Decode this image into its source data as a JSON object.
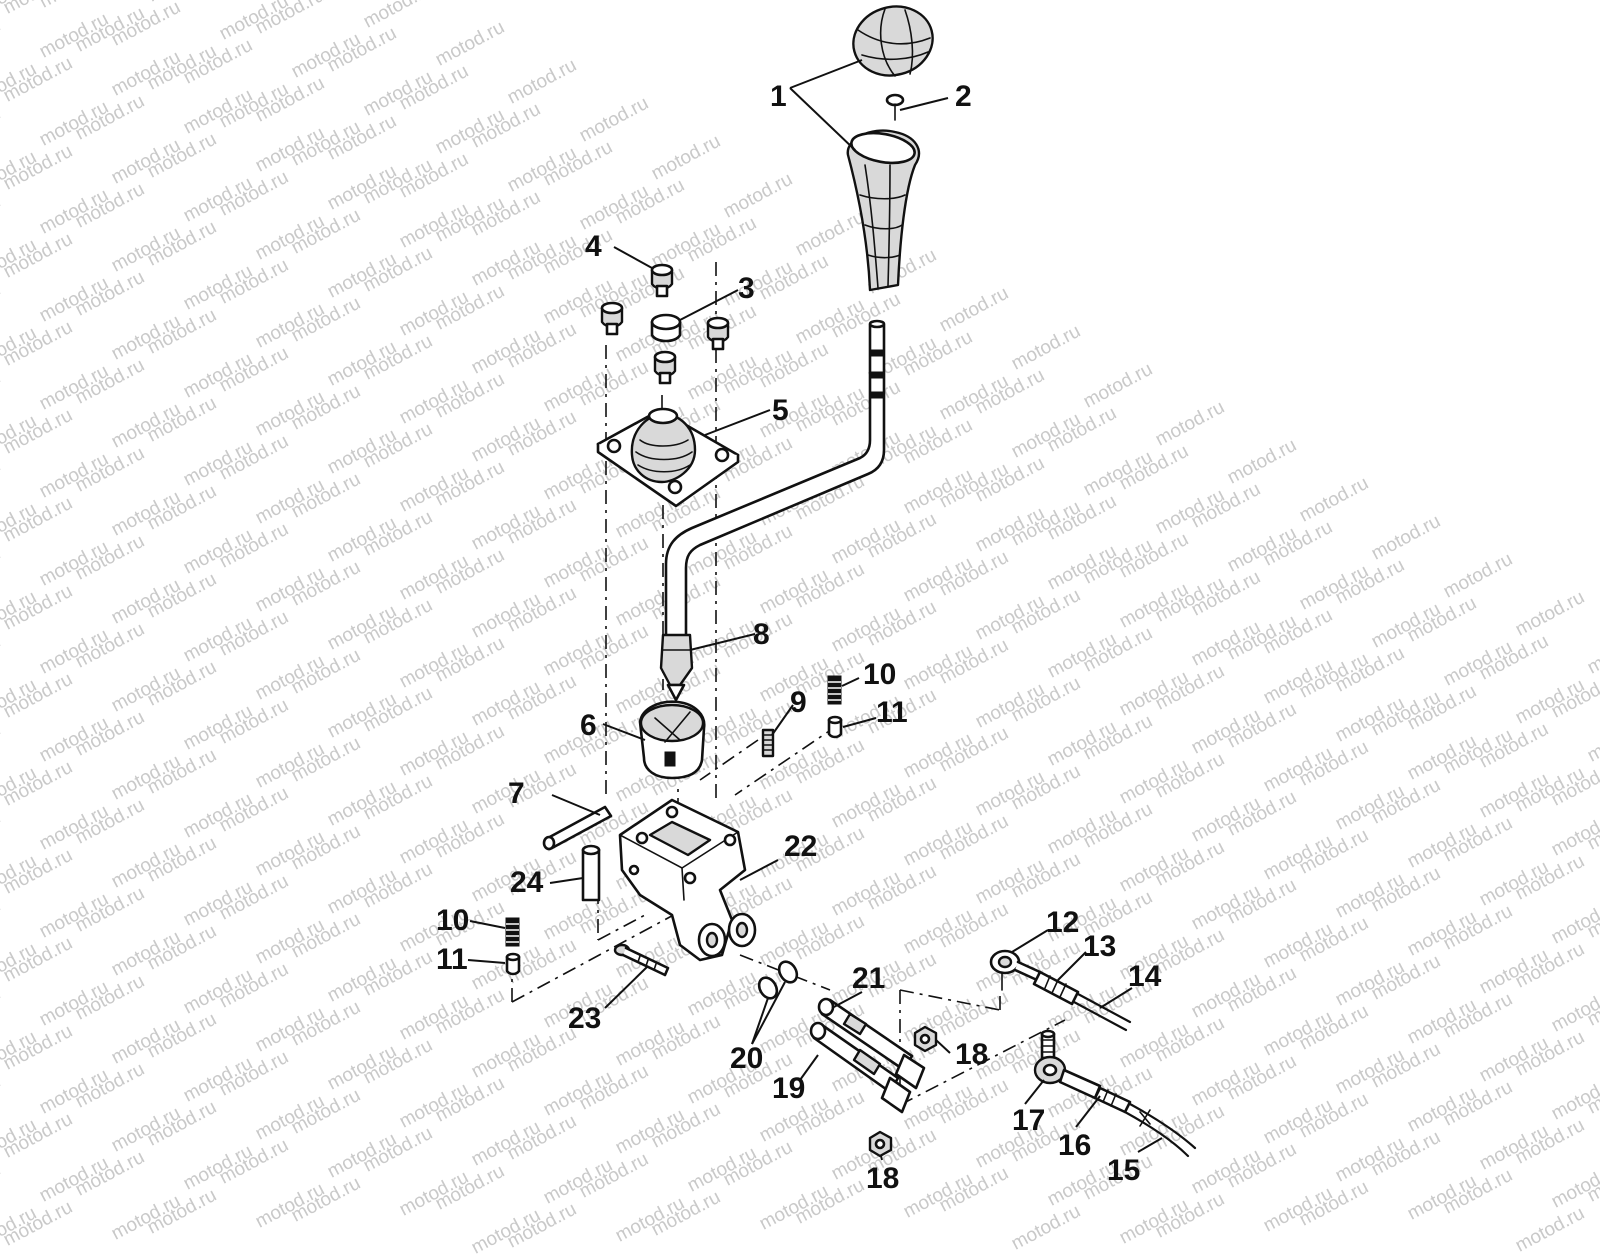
{
  "watermark": {
    "text": "motod.ru",
    "color": "#c9c9c9"
  },
  "callouts": [
    {
      "id": "c1",
      "text": "1"
    },
    {
      "id": "c2",
      "text": "2"
    },
    {
      "id": "c3",
      "text": "3"
    },
    {
      "id": "c4",
      "text": "4"
    },
    {
      "id": "c5",
      "text": "5"
    },
    {
      "id": "c6",
      "text": "6"
    },
    {
      "id": "c7",
      "text": "7"
    },
    {
      "id": "c8",
      "text": "8"
    },
    {
      "id": "c9",
      "text": "9"
    },
    {
      "id": "c10a",
      "text": "10"
    },
    {
      "id": "c10b",
      "text": "10"
    },
    {
      "id": "c11a",
      "text": "11"
    },
    {
      "id": "c11b",
      "text": "11"
    },
    {
      "id": "c12",
      "text": "12"
    },
    {
      "id": "c13",
      "text": "13"
    },
    {
      "id": "c14",
      "text": "14"
    },
    {
      "id": "c15",
      "text": "15"
    },
    {
      "id": "c16",
      "text": "16"
    },
    {
      "id": "c17",
      "text": "17"
    },
    {
      "id": "c18a",
      "text": "18"
    },
    {
      "id": "c18b",
      "text": "18"
    },
    {
      "id": "c19",
      "text": "19"
    },
    {
      "id": "c20",
      "text": "20"
    },
    {
      "id": "c21",
      "text": "21"
    },
    {
      "id": "c22",
      "text": "22"
    },
    {
      "id": "c23",
      "text": "23"
    },
    {
      "id": "c24",
      "text": "24"
    }
  ]
}
